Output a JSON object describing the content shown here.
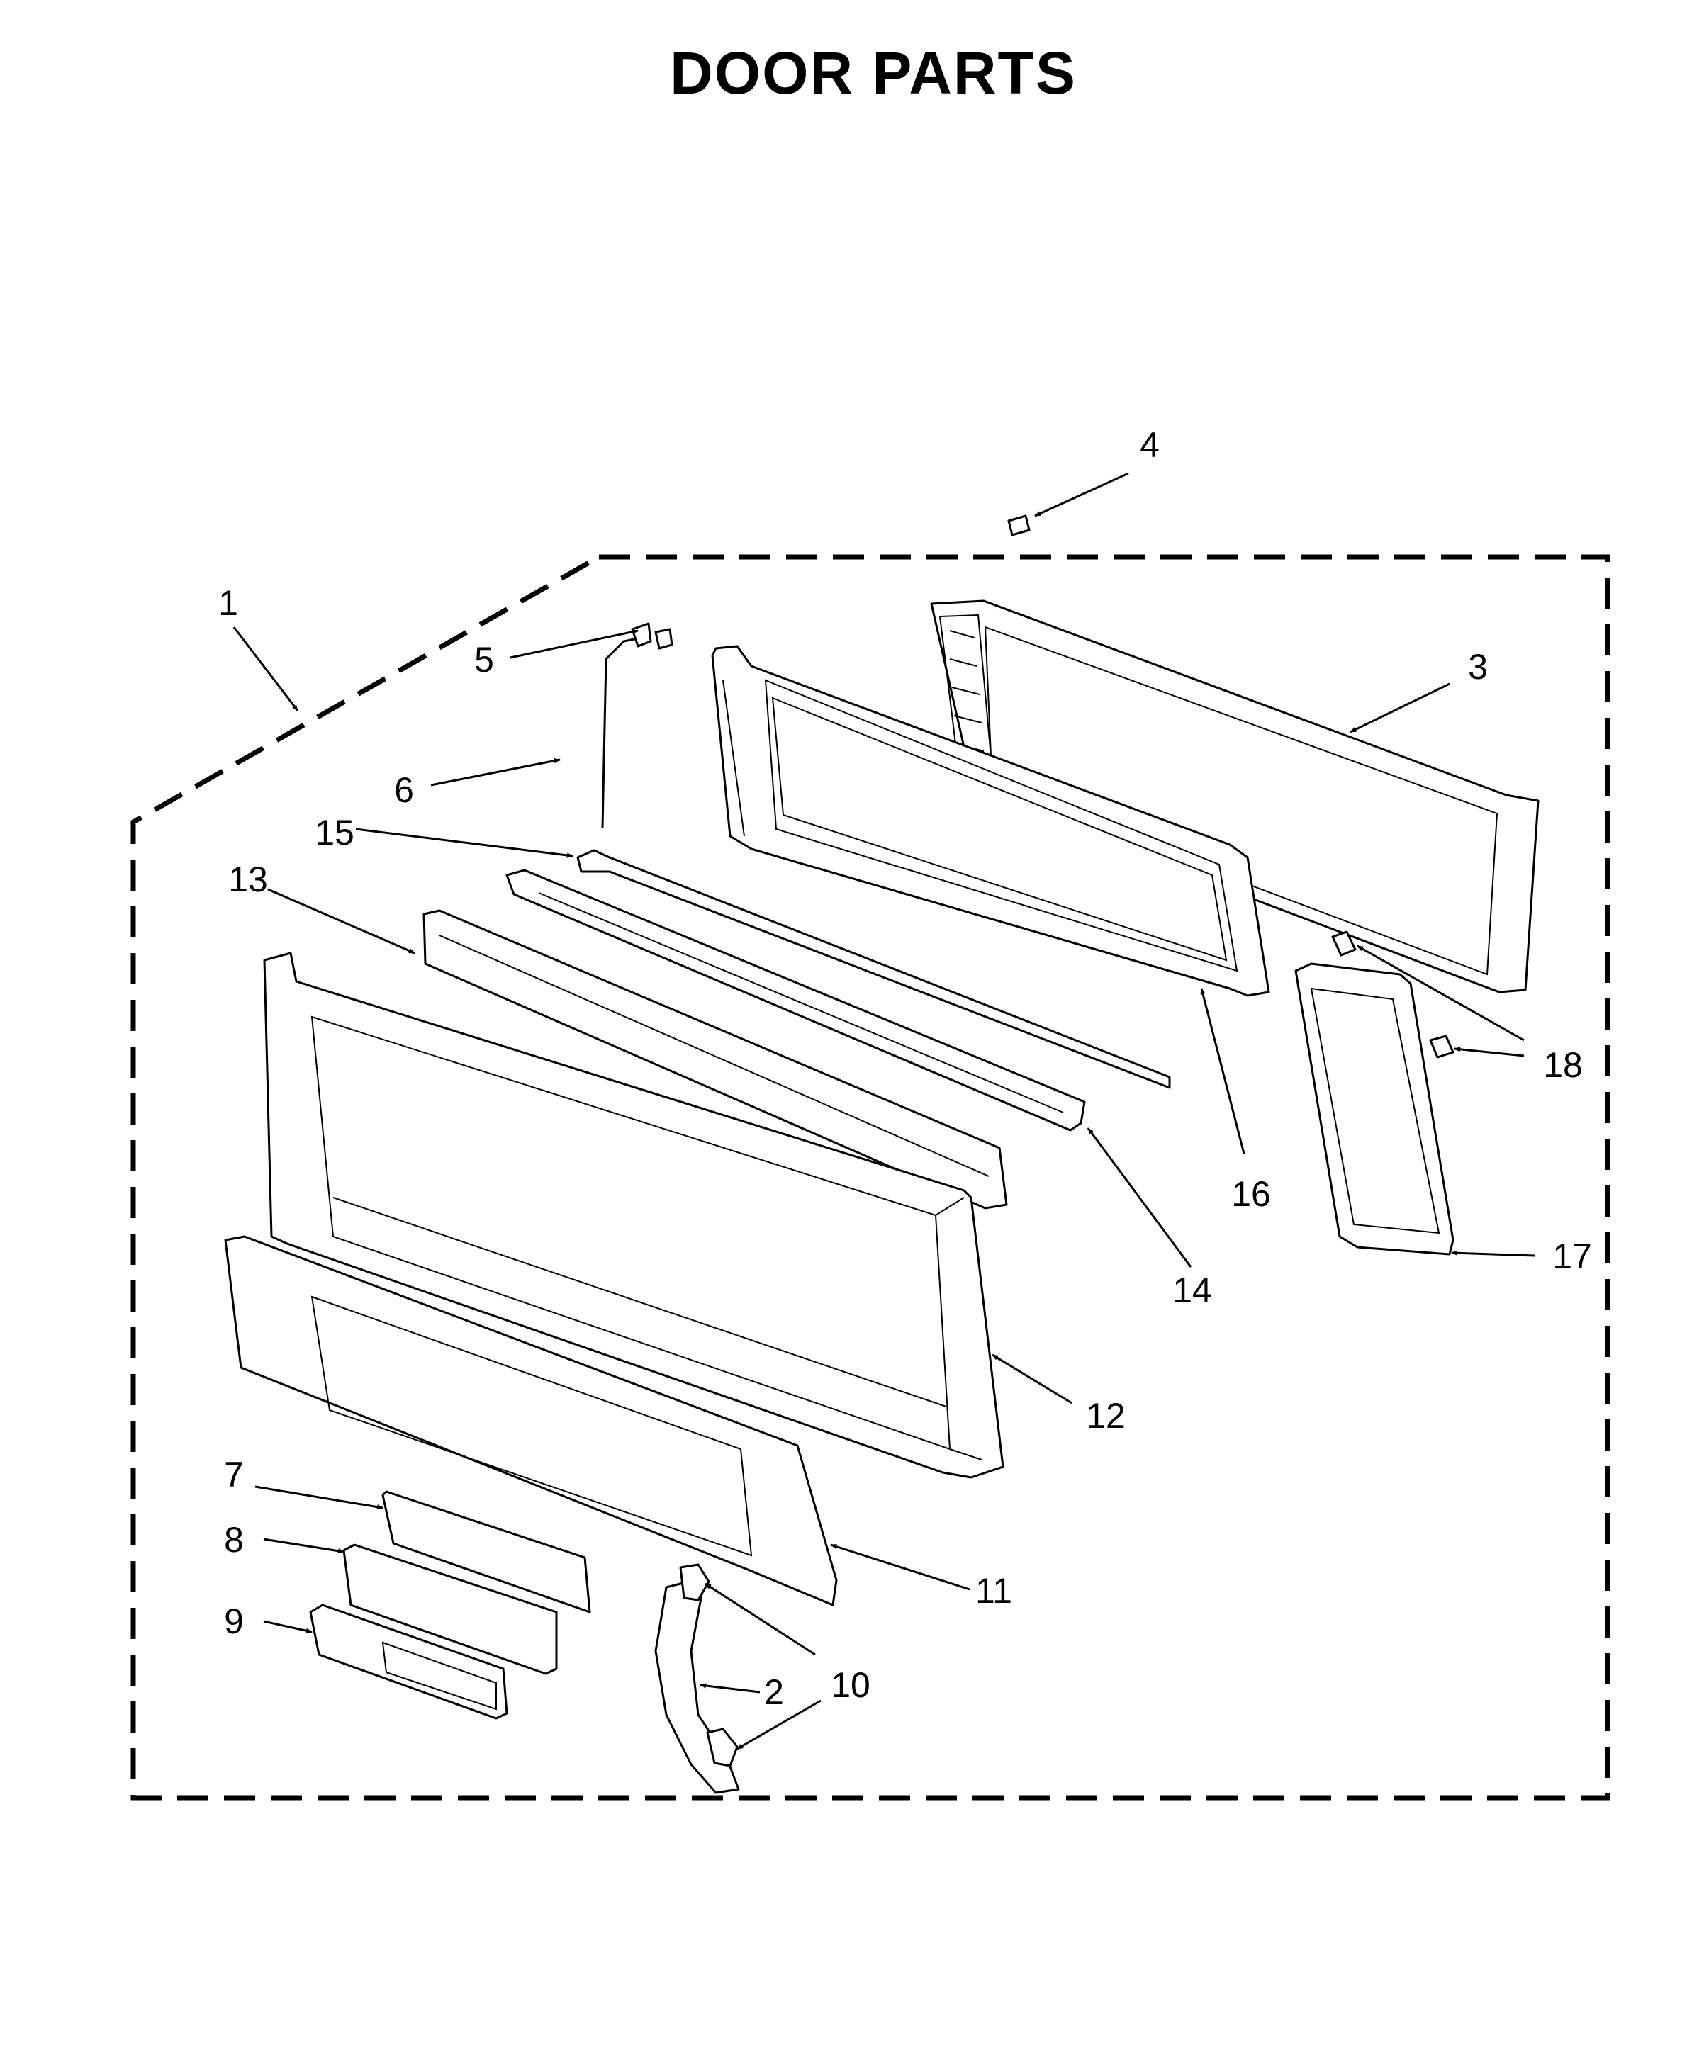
{
  "title": "DOOR PARTS",
  "callouts": [
    {
      "id": "1",
      "label": "1"
    },
    {
      "id": "2",
      "label": "2"
    },
    {
      "id": "3",
      "label": "3"
    },
    {
      "id": "4",
      "label": "4"
    },
    {
      "id": "5",
      "label": "5"
    },
    {
      "id": "6",
      "label": "6"
    },
    {
      "id": "7",
      "label": "7"
    },
    {
      "id": "8",
      "label": "8"
    },
    {
      "id": "9",
      "label": "9"
    },
    {
      "id": "10",
      "label": "10"
    },
    {
      "id": "11",
      "label": "11"
    },
    {
      "id": "12",
      "label": "12"
    },
    {
      "id": "13",
      "label": "13"
    },
    {
      "id": "14",
      "label": "14"
    },
    {
      "id": "15",
      "label": "15"
    },
    {
      "id": "16",
      "label": "16"
    },
    {
      "id": "17",
      "label": "17"
    },
    {
      "id": "18",
      "label": "18"
    }
  ],
  "colors": {
    "ink": "#000000",
    "paper": "#ffffff"
  }
}
